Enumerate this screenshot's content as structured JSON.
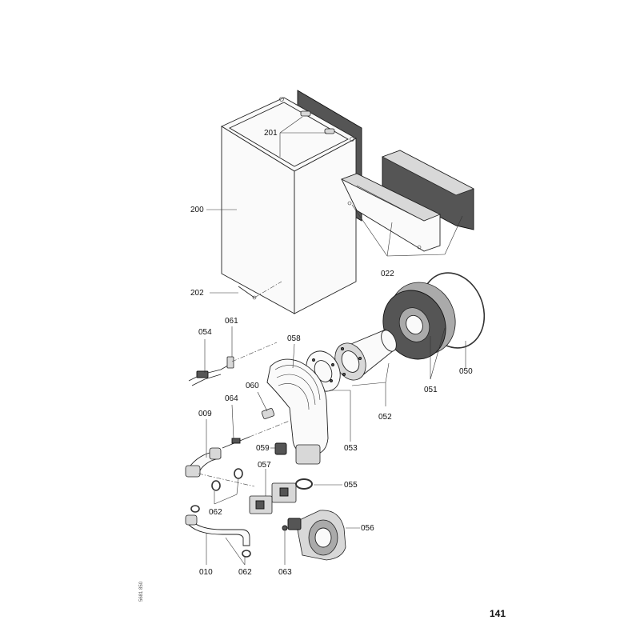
{
  "page_number": "141",
  "side_code": "5681 850",
  "labels": {
    "l201": "201",
    "l200": "200",
    "l022": "022",
    "l202": "202",
    "l054": "054",
    "l061": "061",
    "l058": "058",
    "l050": "050",
    "l051": "051",
    "l060": "060",
    "l064": "064",
    "l052": "052",
    "l009": "009",
    "l059": "059",
    "l053": "053",
    "l057": "057",
    "l055": "055",
    "l062a": "062",
    "l056": "056",
    "l010": "010",
    "l062b": "062",
    "l063": "063"
  }
}
